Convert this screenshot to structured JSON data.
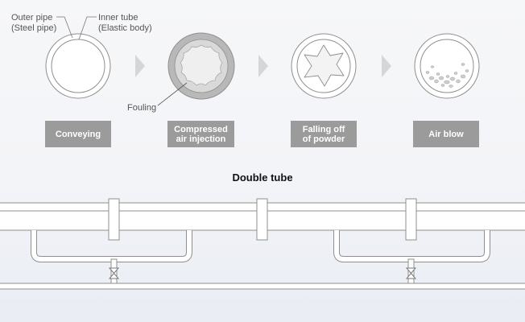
{
  "callouts": {
    "outer_pipe": "Outer pipe",
    "outer_pipe_sub": "(Steel pipe)",
    "inner_tube": "Inner tube",
    "inner_tube_sub": "(Elastic body)",
    "fouling": "Fouling"
  },
  "steps": [
    {
      "label": "Conveying"
    },
    {
      "label": "Compressed air injection"
    },
    {
      "label": "Falling off of powder"
    },
    {
      "label": "Air blow"
    }
  ],
  "section_title": "Double tube",
  "colors": {
    "outline": "#8f8f8f",
    "label_bg": "#9b9b9b",
    "ring_fill": "#ffffff",
    "fouling_grey": "#c8c8c8",
    "arrow": "#d6d6d6",
    "pipe_fill": "#ffffff"
  }
}
